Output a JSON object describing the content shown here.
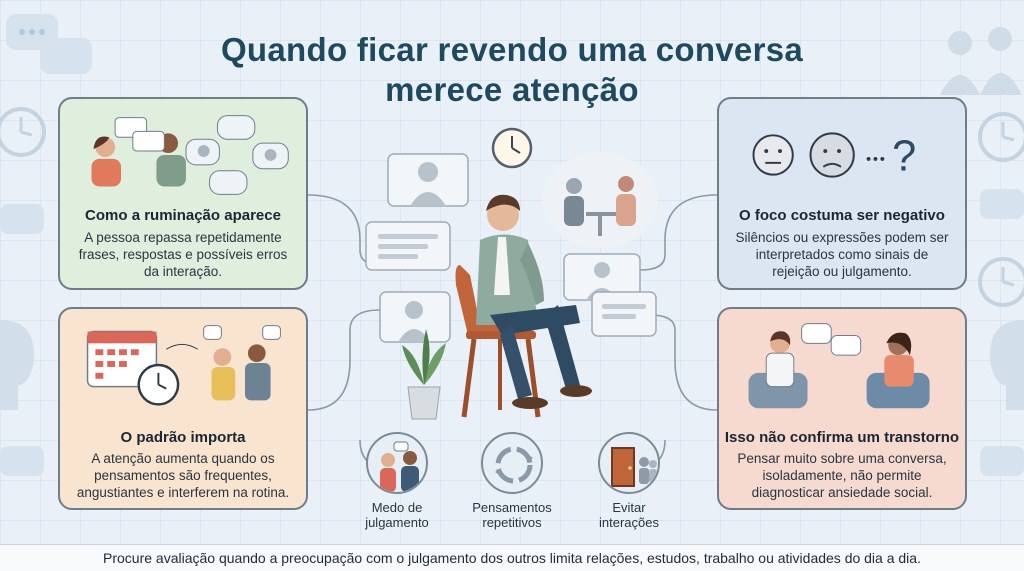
{
  "title_line1": "Quando ficar revendo uma conversa",
  "title_line2": "merece atenção",
  "cards": {
    "top_left": {
      "heading": "Como a ruminação aparece",
      "text": "A pessoa repassa repetidamente frases, respostas e possíveis erros da interação."
    },
    "bottom_left": {
      "heading": "O padrão importa",
      "text": "A atenção aumenta quando os pensamentos são frequentes, angustiantes e interferem na rotina."
    },
    "top_right": {
      "heading": "O foco costuma ser negativo",
      "text": "Silêncios ou expressões podem ser interpretados como sinais de rejeição ou julgamento."
    },
    "bottom_right": {
      "heading": "Isso não confirma um transtorno",
      "text": "Pensar muito sobre uma conversa, isoladamente, não permite diagnosticar ansiedade social."
    }
  },
  "mini_icons": [
    {
      "label_1": "Medo de",
      "label_2": "julgamento"
    },
    {
      "label_1": "Pensamentos",
      "label_2": "repetitivos"
    },
    {
      "label_1": "Evitar",
      "label_2": "interações"
    }
  ],
  "footer": "Procure avaliação quando a preocupação com o julgamento dos outros limita relações, estudos, trabalho ou atividades do dia a dia.",
  "colors": {
    "title": "#1f4a5e",
    "card_green": "#dfeedd",
    "card_orange": "#f8e4cf",
    "card_blue": "#dce6f3",
    "card_pink": "#f6d9cf"
  }
}
